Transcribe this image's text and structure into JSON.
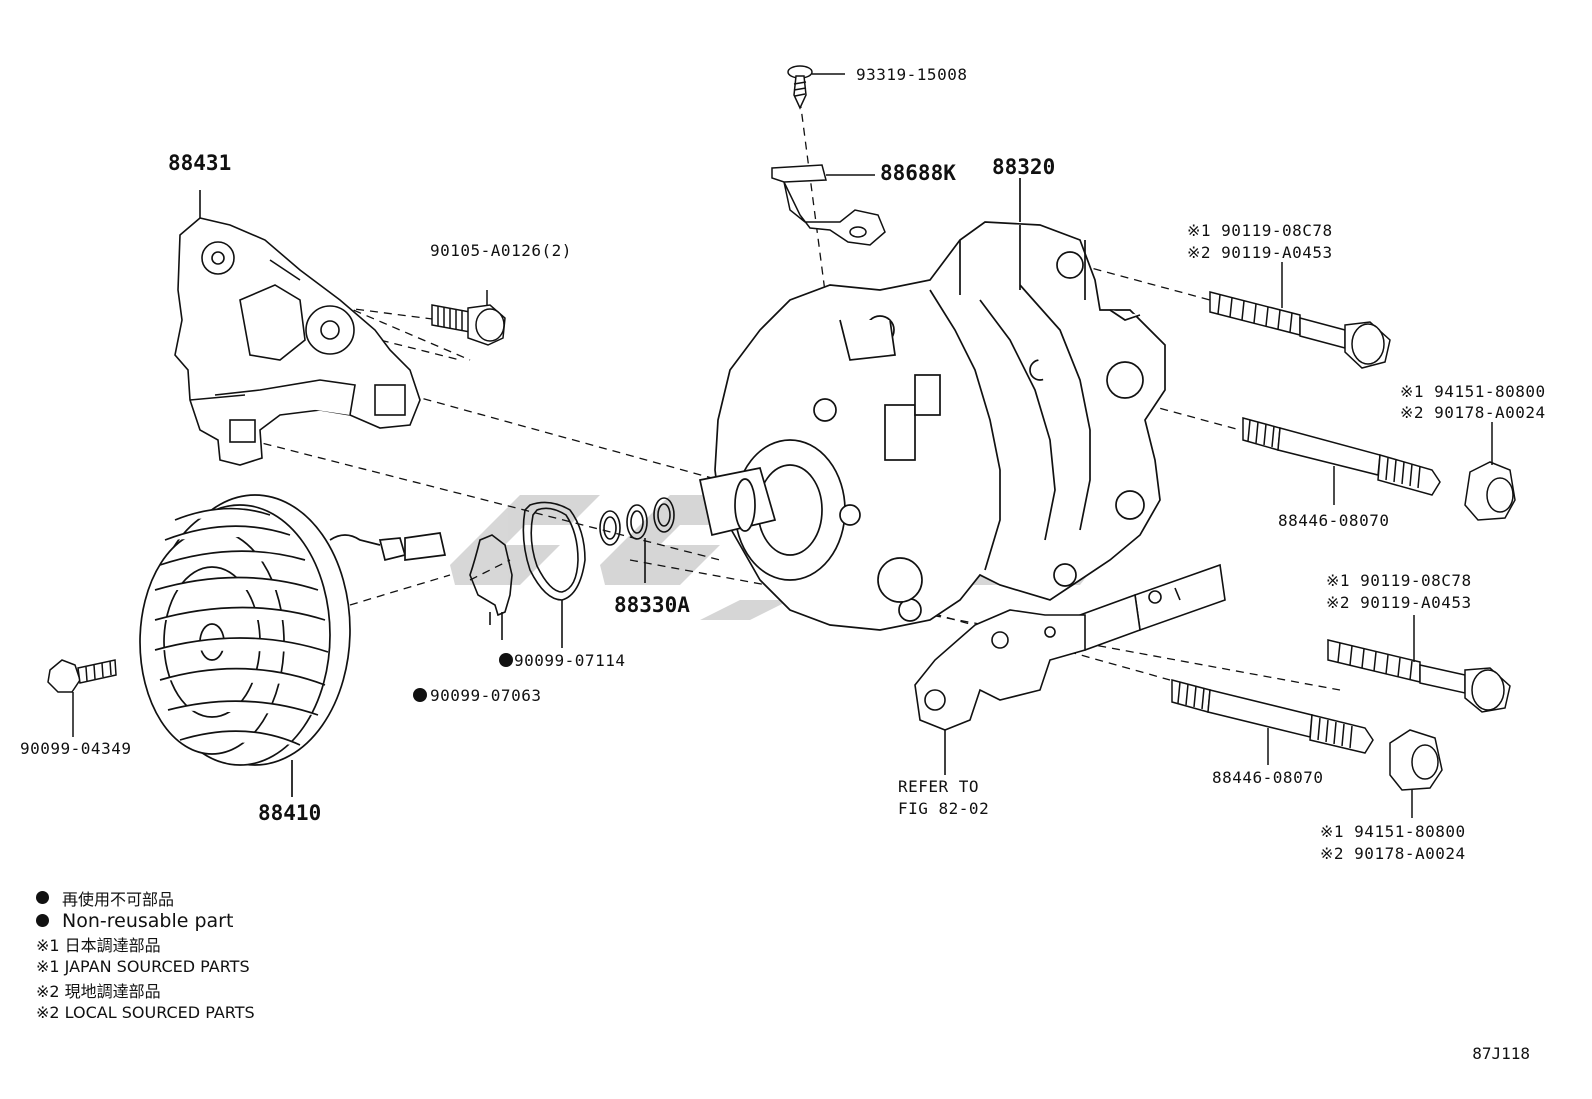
{
  "callouts": {
    "screw_top": "93319-15008",
    "bracket_small": "88688K",
    "compressor": "88320",
    "bracket_left": "88431",
    "bolt_left": "90105-A0126(2)",
    "bolt_upper_right_1": "※1 90119-08C78",
    "bolt_upper_right_2": "※2 90119-A0453",
    "nut_upper_right_1": "※1 94151-80800",
    "nut_upper_right_2": "※2 90178-A0024",
    "stud_upper": "88446-08070",
    "bolt_lower_right_1": "※1 90119-08C78",
    "bolt_lower_right_2": "※2 90119-A0453",
    "stud_lower": "88446-08070",
    "nut_lower_right_1": "※1 94151-80800",
    "nut_lower_right_2": "※2 90178-A0024",
    "refer_line1": "REFER TO",
    "refer_line2": "FIG 82-02",
    "shim_set": "88330A",
    "snap_ring_1": "90099-07114",
    "snap_ring_2": "90099-07063",
    "bolt_pulley": "90099-04349",
    "pulley": "88410"
  },
  "legend": {
    "non_reusable_jp": "再使用不可部品",
    "non_reusable_en": "Non-reusable part",
    "japan_sourced_jp": "※1 日本調達部品",
    "japan_sourced_en": "※1 JAPAN SOURCED PARTS",
    "local_sourced_jp": "※2 現地調達部品",
    "local_sourced_en": "※2 LOCAL SOURCED PARTS"
  },
  "figure_id": "87J118"
}
